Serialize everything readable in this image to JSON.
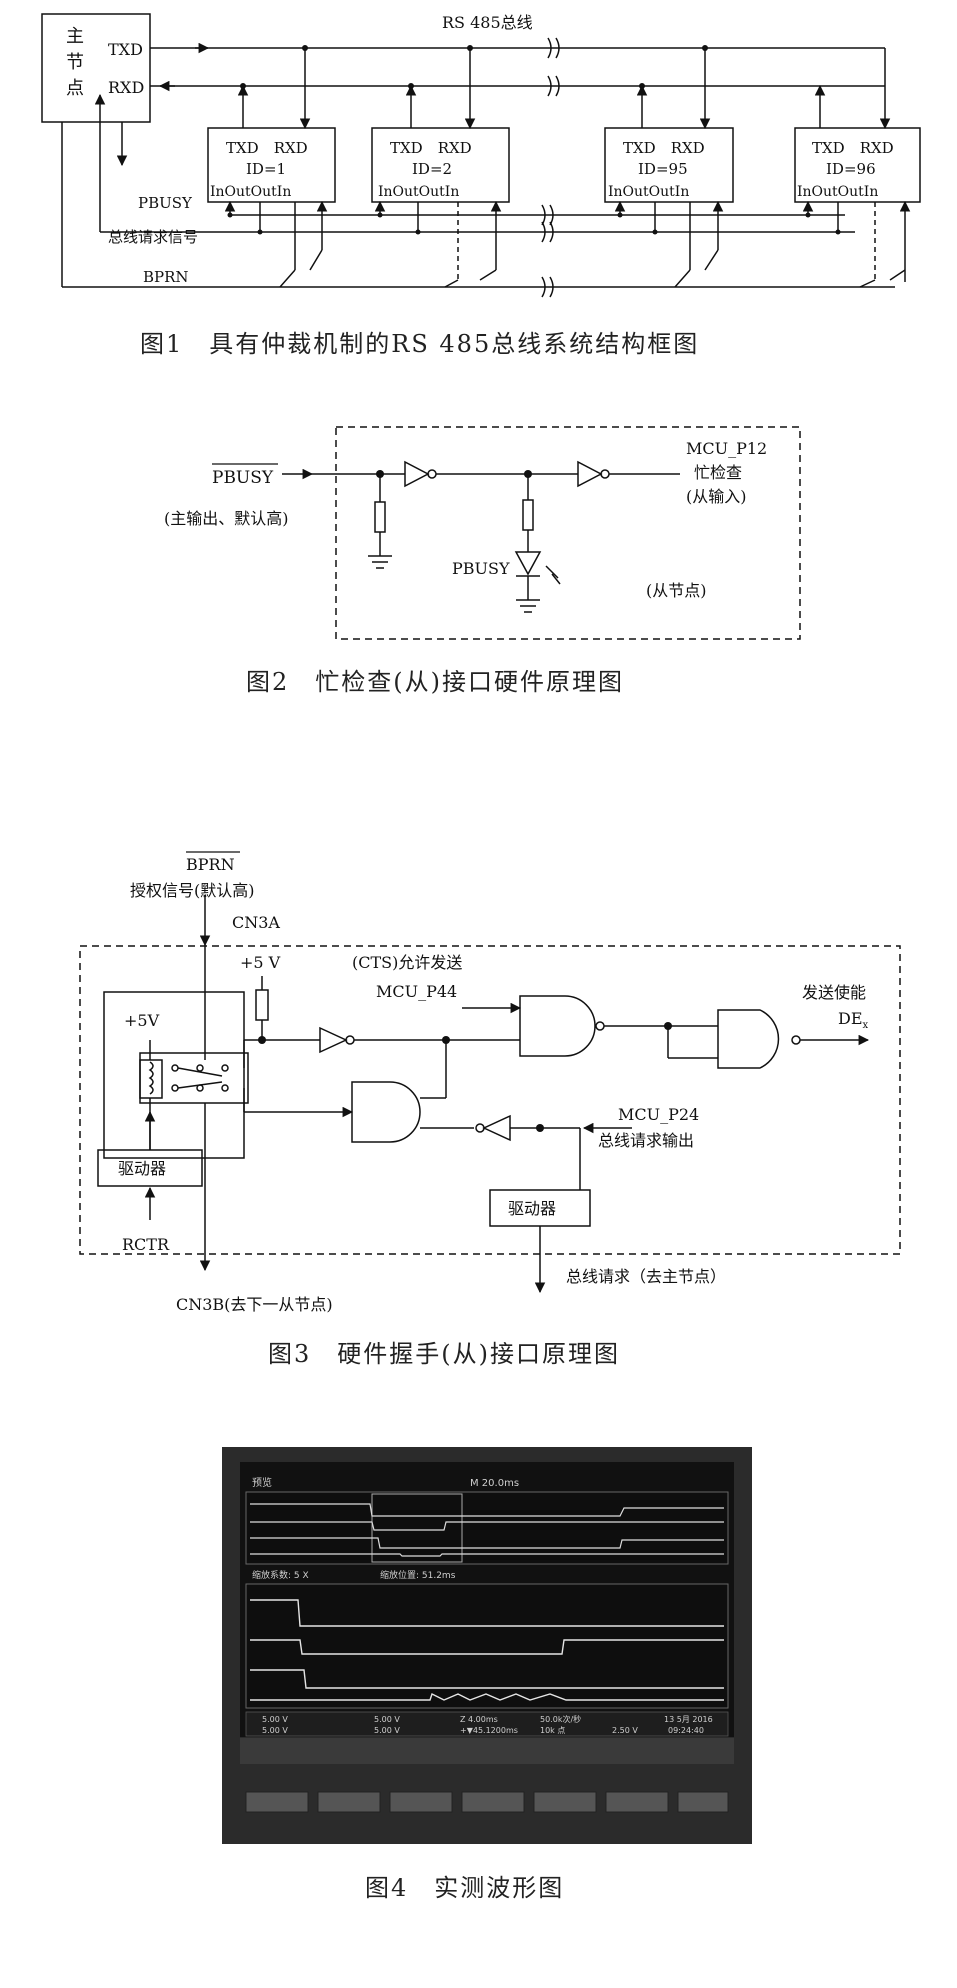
{
  "fig1": {
    "caption": "图1　具有仲裁机制的RS 485总线系统结构框图",
    "master_label": [
      "主",
      "节",
      "点"
    ],
    "bus_label": "RS 485总线",
    "txd": "TXD",
    "rxd": "RXD",
    "pbusy": "PBUSY",
    "bus_request": "总线请求信号",
    "bprn": "BPRN",
    "slaves": [
      {
        "top": "TXD　RXD",
        "id": "ID=1",
        "pins": "InOutOutIn"
      },
      {
        "top": "TXD　RXD",
        "id": "ID=2",
        "pins": "InOutOutIn"
      },
      {
        "top": "TXD　RXD",
        "id": "ID=95",
        "pins": "InOutOutIn"
      },
      {
        "top": "TXD　RXD",
        "id": "ID=96",
        "pins": "InOutOutIn"
      }
    ]
  },
  "fig2": {
    "caption": "图2　忙检查(从)接口硬件原理图",
    "pbusy_in": "PBUSY",
    "pbusy_note": "(主输出、默认高)",
    "mcu_pin": "MCU_P12",
    "mcu_note1": "忙检查",
    "mcu_note2": "(从输入)",
    "led_label": "PBUSY",
    "slave_note": "(从节点)"
  },
  "fig3": {
    "caption": "图3　硬件握手(从)接口原理图",
    "bprn": "BPRN",
    "bprn_note": "授权信号(默认高)",
    "cn3a": "CN3A",
    "vcc": "+5 V",
    "vcc_relay": "+5V",
    "cts_note": "(CTS)允许发送",
    "mcu_p44": "MCU_P44",
    "de_note": "发送使能",
    "de": "DE",
    "de_sub": "x",
    "mcu_p24": "MCU_P24",
    "p24_note": "总线请求输出",
    "driver1": "驱动器",
    "driver2": "驱动器",
    "rctr": "RCTR",
    "cn3b": "CN3B(去下一从节点)",
    "bus_req_out": "总线请求（去主节点）"
  },
  "fig4": {
    "caption": "图4　实测波形图",
    "scope": {
      "mode": "预览",
      "timebase_top": "M 20.0ms",
      "zoom": "缩放系数: 5 X",
      "zoom_pos": "缩放位置: 51.2ms",
      "ch1": "5.00 V",
      "ch2": "5.00 V",
      "ch3": "5.00 V",
      "ch4": "5.00 V",
      "tdiv": "Z 4.00ms",
      "tpos": "+▼45.1200ms",
      "rate": "50.0k次/秒",
      "points": "10k 点",
      "trig": "2.50 V",
      "date": "13 5月 2016",
      "time": "09:24:40"
    }
  }
}
